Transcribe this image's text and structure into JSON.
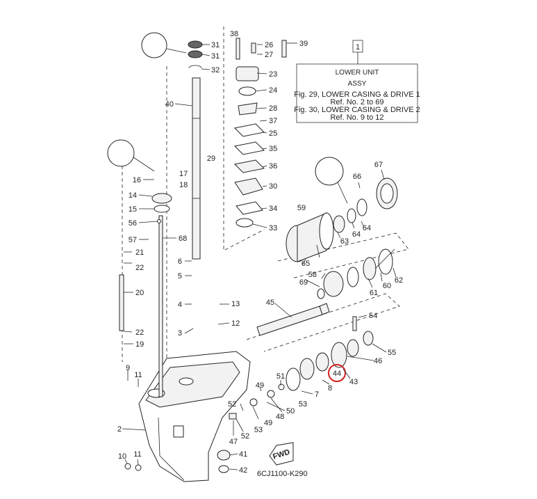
{
  "legend": {
    "ref_number": "1",
    "title_line1": "LOWER UNIT",
    "title_line2": "ASSY",
    "line3": "Fig. 29, LOWER CASING & DRIVE 1",
    "line4": "Ref. No. 2 to 69",
    "line5": "Fig. 30, LOWER CASING & DRIVE 2",
    "line6": "Ref. No. 9 to 12"
  },
  "diagram_code": "6CJ1100-K290",
  "fwd_label": "FWD",
  "highlighted_part": "44",
  "callouts": {
    "p2": "2",
    "p3": "3",
    "p4": "4",
    "p5": "5",
    "p6": "6",
    "p7": "7",
    "p8": "8",
    "p9": "9",
    "p10": "10",
    "p11a": "11",
    "p11b": "11",
    "p12": "12",
    "p13": "13",
    "p14": "14",
    "p15": "15",
    "p16": "16",
    "p17": "17",
    "p18": "18",
    "p19": "19",
    "p20": "20",
    "p21": "21",
    "p22a": "22",
    "p22b": "22",
    "p23": "23",
    "p24": "24",
    "p25": "25",
    "p26": "26",
    "p27": "27",
    "p28": "28",
    "p29": "29",
    "p30": "30",
    "p31a": "31",
    "p31b": "31",
    "p32": "32",
    "p33": "33",
    "p34": "34",
    "p35": "35",
    "p36": "36",
    "p37": "37",
    "p38": "38",
    "p39": "39",
    "p40": "40",
    "p41": "41",
    "p42": "42",
    "p43": "43",
    "p44": "44",
    "p45": "45",
    "p46": "46",
    "p47": "47",
    "p48": "48",
    "p49a": "49",
    "p49b": "49",
    "p50": "50",
    "p51": "51",
    "p52a": "52",
    "p52b": "52",
    "p53a": "53",
    "p53b": "53",
    "p54": "54",
    "p55": "55",
    "p56": "56",
    "p57": "57",
    "p58": "58",
    "p59": "59",
    "p60": "60",
    "p61": "61",
    "p62": "62",
    "p63": "63",
    "p64a": "64",
    "p64b": "64",
    "p65": "65",
    "p66": "66",
    "p67": "67",
    "p68": "68",
    "p69": "69"
  }
}
